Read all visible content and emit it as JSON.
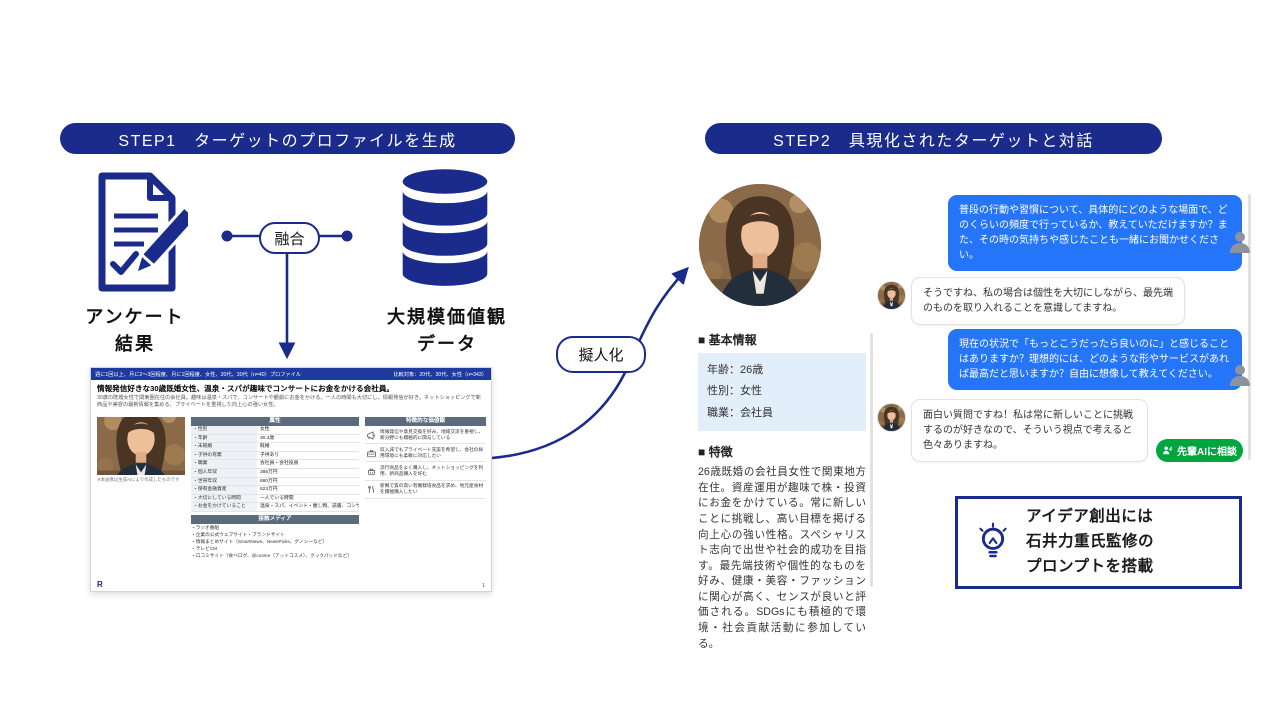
{
  "colors": {
    "navy": "#1b2b8c",
    "chat_blue": "#2575f8",
    "green": "#00a53f",
    "info_bg": "#e3eefb"
  },
  "step1": {
    "banner": "STEP1　ターゲットのプロファイルを生成",
    "survey_label": "アンケート\n結果",
    "fusion": "融合",
    "database_label": "大規模価値観\nデータ",
    "personify": "擬人化"
  },
  "profile_doc": {
    "header_left": "週に1回以上、月に2〜3回程度、月に1回程度、女性、20代、30代（n=40）プロファイル",
    "header_right": "比較対象：20代、30代、女性（n=343）",
    "title": "情報発信好きな30歳既婚女性、温泉・スパが趣味でコンサートにお金をかける会社員。",
    "body": "30歳の既婚女性で関東圏在住の会社員。趣味は温泉・スパで、コンサートや観劇にお金をかける。一人の時間も大切にし、情報発信が好き。ネットショッピングで新商品や美容の最新情報を集める、プライベートを重視した向上心の強い女性。",
    "photo_caption": "※本画像は生成AIにより作成したものです",
    "attr_header": "属性",
    "attributes": [
      {
        "label": "性別",
        "value": "女性"
      },
      {
        "label": "年齢",
        "value": "30.4歳"
      },
      {
        "label": "未既婚",
        "value": "既婚"
      },
      {
        "label": "子供の有無",
        "value": "子供あり"
      },
      {
        "label": "職業",
        "value": "会社員・会社役員"
      },
      {
        "label": "個人年収",
        "value": "386万円"
      },
      {
        "label": "世帯年収",
        "value": "680万円"
      },
      {
        "label": "保有金融資産",
        "value": "623万円"
      },
      {
        "label": "大切にしている時間",
        "value": "一人でいる時間"
      },
      {
        "label": "お金をかけていること",
        "value": "温泉・スパ、イベント・催し物、読書、コンサート・観劇など"
      }
    ],
    "values_header": "特徴的な価値観",
    "values": [
      {
        "icon": "megaphone-icon",
        "text": "情報発信や意見交換を好み、地域交流を重視し、新分野にも積極的に関与している"
      },
      {
        "icon": "briefcase-icon",
        "text": "収入減でもプライベート充実を希望し、会社の採用環境にも柔軟に対応したい"
      },
      {
        "icon": "basket-icon",
        "text": "流行商品をよく購入し、ネットショッピングを利用、新商品購入を好む"
      },
      {
        "icon": "cutlery-icon",
        "text": "新鮮で質の高い有機栽培食品を求め、地元産食材を積極購入したい"
      }
    ],
    "media_header": "接触メディア",
    "media": [
      "ラジオ番組",
      "企業の公式ウェブサイト・ブランドサイト",
      "情報まとめサイト（SmartNews、NewsPicks、グノシーなど）",
      "テレビCM",
      "口コミサイト（食べログ、@cosme（アットコスメ）、クックパッドなど）"
    ],
    "footer_logo": "R",
    "page_number": "1"
  },
  "step2": {
    "banner": "STEP2　具現化されたターゲットと対話",
    "profile_card": {
      "basic_header": "■ 基本情報",
      "rows": [
        "年齢：26歳",
        "性別：女性",
        "職業：会社員"
      ],
      "features_header": "■ 特徴",
      "features": "26歳既婚の会社員女性で関東地方在住。資産運用が趣味で株・投資にお金をかけている。常に新しいことに挑戦し、高い目標を掲げる向上心の強い性格。スペシャリスト志向で出世や社会的成功を目指す。最先端技術や個性的なものを好み、健康・美容・ファッションに関心が高く、センスが良いと評価される。SDGsにも積極的で環境・社会貢献活動に参加している。"
    },
    "chat": {
      "messages": [
        {
          "role": "user",
          "text": "普段の行動や習慣について、具体的にどのような場面で、どのくらいの頻度で行っているか、教えていただけますか？また、その時の気持ちや感じたことも一緒にお聞かせください。"
        },
        {
          "role": "ai",
          "text": "そうですね、私の場合は個性を大切にしながら、最先端のものを取り入れることを意識してますね。"
        },
        {
          "role": "user",
          "text": "現在の状況で「もっとこうだったら良いのに」と感じることはありますか？理想的には、どのような形やサービスがあれば最高だと思いますか？自由に想像して教えてください。"
        },
        {
          "role": "ai",
          "text": "面白い質問ですね！私は常に新しいことに挑戦するのが好きなので、そういう視点で考えると色々ありますね。"
        }
      ],
      "consult_button": "先輩AIに相談"
    },
    "idea_box": "アイデア創出には\n石井力重氏監修の\nプロンプトを搭載"
  }
}
